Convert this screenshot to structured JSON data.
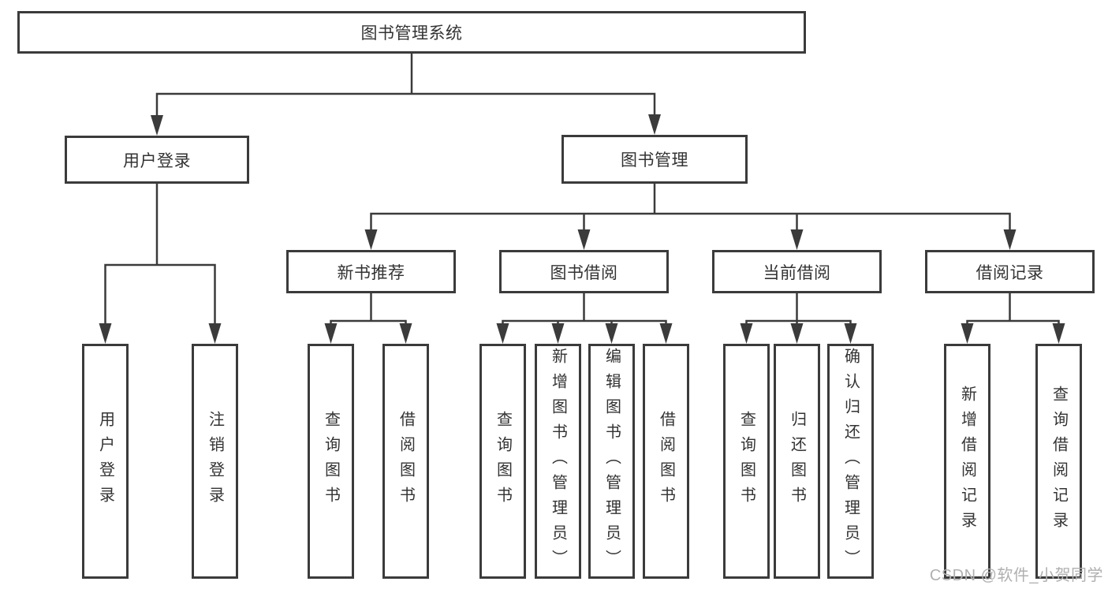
{
  "tree": {
    "root": {
      "label": "图书管理系统",
      "children": [
        {
          "label": "用户登录",
          "children": [
            {
              "label": "用户登录"
            },
            {
              "label": "注销登录"
            }
          ]
        },
        {
          "label": "图书管理",
          "children": [
            {
              "label": "新书推荐",
              "children": [
                {
                  "label": "查询图书"
                },
                {
                  "label": "借阅图书"
                }
              ]
            },
            {
              "label": "图书借阅",
              "children": [
                {
                  "label": "查询图书"
                },
                {
                  "label": "新增图书（管理员）"
                },
                {
                  "label": "编辑图书（管理员）"
                },
                {
                  "label": "借阅图书"
                }
              ]
            },
            {
              "label": "当前借阅",
              "children": [
                {
                  "label": "查询图书"
                },
                {
                  "label": "归还图书"
                },
                {
                  "label": "确认归还（管理员）"
                }
              ]
            },
            {
              "label": "借阅记录",
              "children": [
                {
                  "label": "新增借阅记录"
                },
                {
                  "label": "查询借阅记录"
                }
              ]
            }
          ]
        }
      ]
    }
  },
  "watermark": {
    "text": "CSDN @软件_小贺同学"
  },
  "colors": {
    "line": "#3b3b3b",
    "text": "#333333",
    "box_fill": "#ffffff",
    "background": "#ffffff",
    "watermark": "#b0b0b0"
  }
}
